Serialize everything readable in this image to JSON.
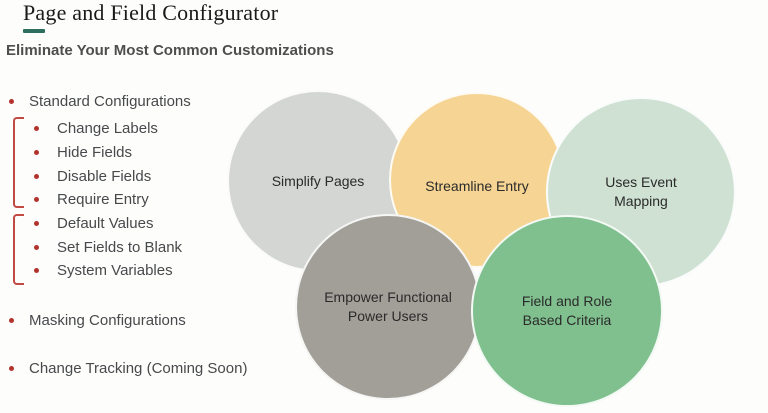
{
  "slide": {
    "title": "Page and Field Configurator",
    "subtitle": "Eliminate Your Most Common Customizations",
    "accent_color": "#2e6e5e",
    "background_color": "#fdfdfc"
  },
  "list": {
    "bullet_color": "#b2332e",
    "bracket_color": "#c14a42",
    "text_color": "#47494b",
    "items": {
      "standard": "Standard Configurations",
      "change_labels": "Change Labels",
      "hide_fields": "Hide Fields",
      "disable_fields": "Disable Fields",
      "require_entry": "Require Entry",
      "default_values": "Default Values",
      "set_fields_to_blank": "Set Fields to Blank",
      "system_variables": "System Variables",
      "masking": "Masking Configurations",
      "change_tracking": "Change Tracking (Coming Soon)"
    }
  },
  "venn": {
    "text_color": "#2a2a2a",
    "circles": [
      {
        "line1": "Simplify Pages",
        "line2": "",
        "color": "#d4d6d3"
      },
      {
        "line1": "Streamline Entry",
        "line2": "",
        "color": "#f6d493"
      },
      {
        "line1": "Uses Event",
        "line2": "Mapping",
        "color": "#cee1d2"
      },
      {
        "line1": "Empower Functional",
        "line2": "Power Users",
        "color": "#a29f99"
      },
      {
        "line1": "Field and Role",
        "line2": "Based Criteria",
        "color": "#80c08f"
      }
    ]
  }
}
